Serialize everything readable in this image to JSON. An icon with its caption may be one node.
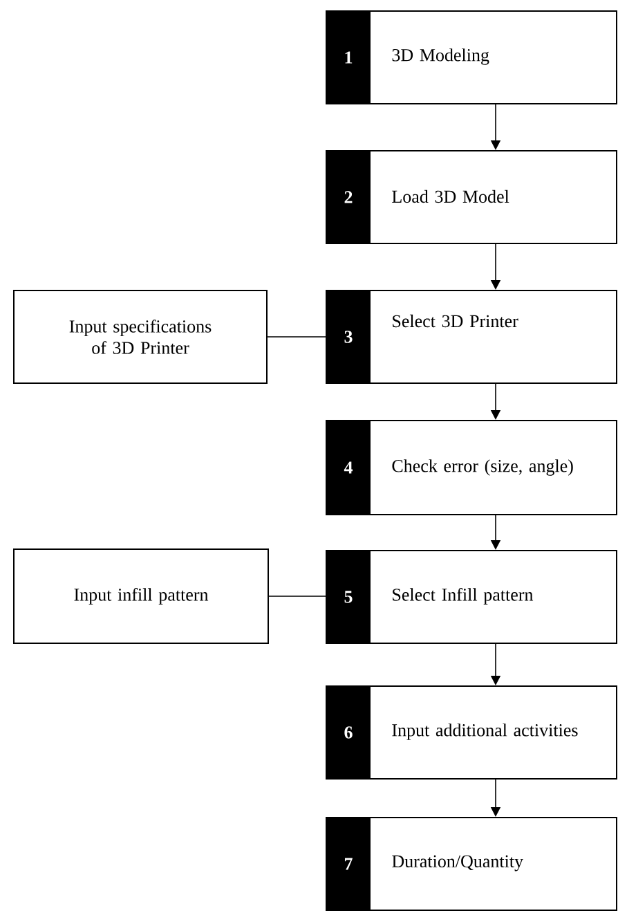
{
  "diagram": {
    "nodes": [
      {
        "text": [
          "1",
          "3D Modeling"
        ]
      },
      {
        "text": [
          "2",
          "Load 3D Model"
        ]
      },
      {
        "text": [
          "3",
          "Select 3D Printer"
        ]
      },
      {
        "text": [
          "4",
          "Check error (size, angle)"
        ]
      },
      {
        "text": [
          "5",
          "Select Infill pattern"
        ]
      },
      {
        "text": [
          "6",
          "Input additional activities"
        ]
      },
      {
        "text": [
          "7",
          "Duration/Quantity"
        ]
      },
      {
        "text": [
          "Input specifications of 3D Printer"
        ]
      },
      {
        "text": [
          "Input infill pattern"
        ]
      }
    ],
    "edges": [
      {
        "from": 0,
        "to": 1,
        "arrow": "to"
      },
      {
        "from": 1,
        "to": 2,
        "arrow": "to"
      },
      {
        "from": 2,
        "to": 3,
        "arrow": "to"
      },
      {
        "from": 3,
        "to": 4,
        "arrow": "to"
      },
      {
        "from": 4,
        "to": 5,
        "arrow": "to"
      },
      {
        "from": 5,
        "to": 6,
        "arrow": "to"
      },
      {
        "from": 7,
        "to": 2,
        "arrow": "none"
      },
      {
        "from": 8,
        "to": 4,
        "arrow": "none"
      }
    ]
  }
}
